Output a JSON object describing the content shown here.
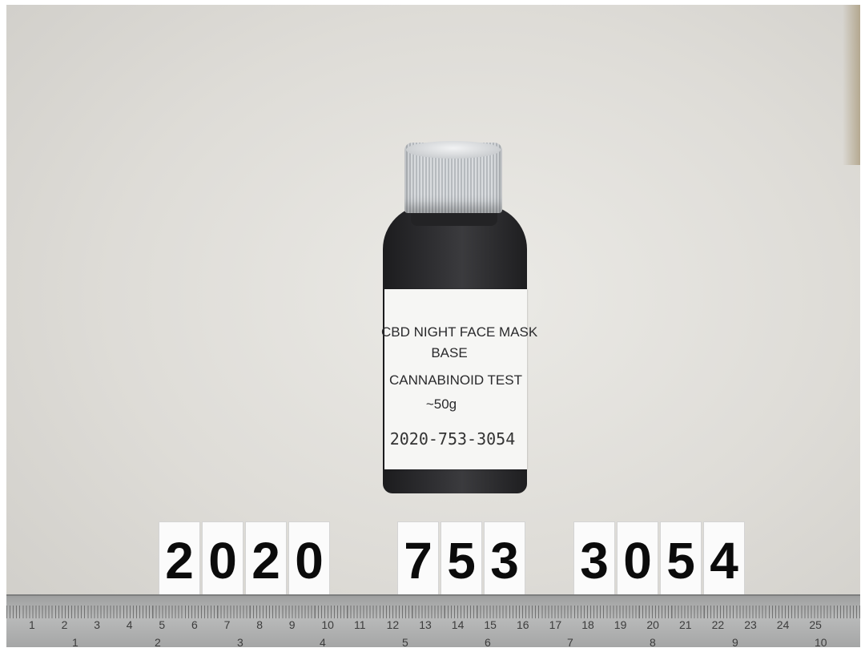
{
  "label": {
    "line1": "CBD NIGHT FACE MASK",
    "line2": "BASE",
    "line3": "CANNABINOID TEST",
    "line4": "~50g",
    "line5": "2020-753-3054"
  },
  "plates": {
    "group1": [
      "2",
      "0",
      "2",
      "0"
    ],
    "group2": [
      "7",
      "5",
      "3"
    ],
    "group3": [
      "3",
      "0",
      "5",
      "4"
    ]
  },
  "ruler": {
    "cm": [
      "1",
      "2",
      "3",
      "4",
      "5",
      "6",
      "7",
      "8",
      "9",
      "10",
      "11",
      "12",
      "13",
      "14",
      "15",
      "16",
      "17",
      "18",
      "19",
      "20",
      "21",
      "22",
      "23",
      "24",
      "25"
    ],
    "inch": [
      "1",
      "2",
      "3",
      "4",
      "5",
      "6",
      "7",
      "8",
      "9",
      "10"
    ]
  }
}
